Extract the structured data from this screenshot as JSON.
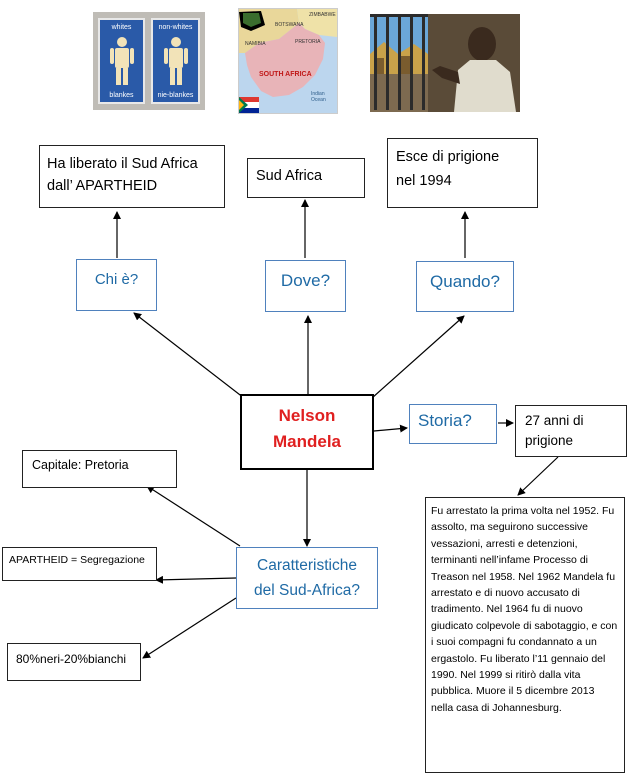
{
  "center": {
    "line1": "Nelson",
    "line2": "Mandela"
  },
  "questions": {
    "who": "Chi è?",
    "where": "Dove?",
    "when": "Quando?",
    "history": "Storia?",
    "features_line1": "Caratteristiche",
    "features_line2": "del Sud-Africa?"
  },
  "answers": {
    "who_line1": "Ha liberato il Sud Africa",
    "who_line2": "dall’ APARTHEID",
    "where": "Sud Africa",
    "when_line1": "Esce di prigione",
    "when_line2": "nel 1994",
    "prison_line1": "27 anni di",
    "prison_line2": "prigione",
    "capital": "Capitale: Pretoria",
    "apartheid": "APARTHEID = Segregazione",
    "population": "80%neri-20%bianchi"
  },
  "story": {
    "text": "Fu arrestato la prima volta nel 1952. Fu assolto, ma seguirono successive vessazioni, arresti e detenzioni, terminanti nell’infame Processo di Treason nel 1958. Nel 1962 Mandela fu arrestato e di nuovo accusato di tradimento. Nel 1964 fu di nuovo giudicato colpevole di sabotaggio, e con i suoi compagni fu condannato a un ergastolo. Fu liberato l’11 gennaio del 1990. Nel 1999 si ritirò dalla vita pubblica. Muore il 5 dicembre 2013 nella casa di Johannesburg."
  },
  "images": {
    "signs": {
      "whites": "whites",
      "blankes": "blankes",
      "nonwhites": "non-whites",
      "nieblankes": "nie-blankes"
    },
    "map": {
      "label": "SOUTH AFRICA",
      "botswana": "BOTSWANA",
      "namibia": "NAMIBIA",
      "zimbabwe": "ZIMBABWE",
      "pretoria": "PRETORIA",
      "ocean": "Indian Ocean"
    }
  },
  "colors": {
    "center_text": "#e02020",
    "question_text": "#1f6aa5",
    "box_border": "#4f81bd"
  }
}
